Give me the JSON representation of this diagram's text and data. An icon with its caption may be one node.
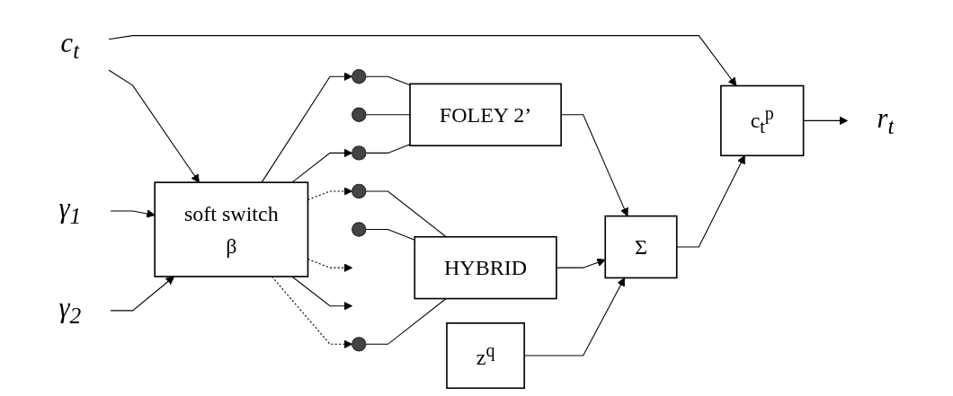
{
  "diagram": {
    "nodes": [
      {
        "text": [
          "c$_{t}$"
        ]
      },
      {
        "text": [
          "c$_{t}$$^{p}$"
        ]
      },
      {
        "text": [
          "r$_{t}$"
        ]
      },
      {
        "text": [
          "Σ"
        ]
      },
      {
        "text": [
          "soft switch",
          "β"
        ]
      },
      {
        "text": [],
        "shape": "circle"
      },
      {
        "text": [],
        "shape": "circle"
      },
      {
        "text": [],
        "shape": "circle"
      },
      {
        "text": [
          "FOLEY 2’"
        ]
      },
      {
        "text": [
          "γ$_{1}$"
        ]
      },
      {
        "text": [
          "γ$_{2}$"
        ]
      },
      {
        "text": [],
        "shape": "circle"
      },
      {
        "text": [],
        "shape": "circle"
      },
      {
        "text": [],
        "shape": "circle"
      },
      {
        "text": [
          "HYBRID"
        ]
      },
      {
        "text": [
          "z$^{q}$"
        ]
      }
    ],
    "edges": [
      {
        "from": 0,
        "to": 1,
        "arrow": "to"
      },
      {
        "from": 0,
        "to": 4,
        "arrow": "to"
      },
      {
        "from": 9,
        "to": 4,
        "arrow": "to"
      },
      {
        "from": 10,
        "to": 4,
        "arrow": "to"
      },
      {
        "from": 4,
        "to": 5,
        "arrow": "to"
      },
      {
        "from": 4,
        "to": null,
        "arrow": "to",
        "style": "dashed"
      },
      {
        "from": 4,
        "to": 7,
        "arrow": "to"
      },
      {
        "from": 4,
        "to": 11,
        "arrow": "to",
        "style": "dashed"
      },
      {
        "from": 4,
        "to": null,
        "arrow": "to"
      },
      {
        "from": 4,
        "to": 13,
        "arrow": "to",
        "style": "dashed"
      },
      {
        "from": 5,
        "to": 8,
        "arrow": "none"
      },
      {
        "from": 6,
        "to": 8,
        "arrow": "none"
      },
      {
        "from": 7,
        "to": 8,
        "arrow": "none"
      },
      {
        "from": 11,
        "to": 14,
        "arrow": "none"
      },
      {
        "from": 12,
        "to": 14,
        "arrow": "none"
      },
      {
        "from": 13,
        "to": 14,
        "arrow": "none"
      },
      {
        "from": 8,
        "to": 3,
        "arrow": "to"
      },
      {
        "from": 14,
        "to": 3,
        "arrow": "to"
      },
      {
        "from": 15,
        "to": 3,
        "arrow": "to"
      },
      {
        "from": 3,
        "to": 1,
        "arrow": "to"
      },
      {
        "from": 1,
        "to": 2,
        "arrow": "to"
      }
    ]
  }
}
